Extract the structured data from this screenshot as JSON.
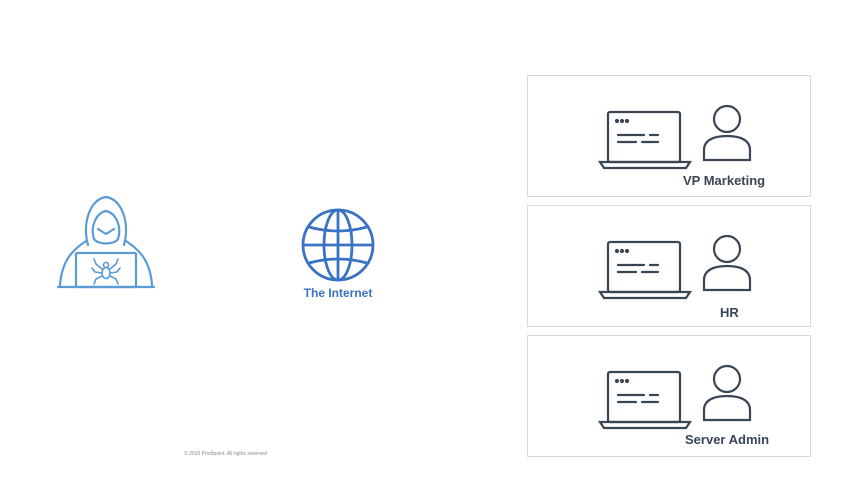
{
  "internet": {
    "label": "The Internet"
  },
  "footer": {
    "copyright": "© 2019 Proofpoint. All rights reserved"
  },
  "targets": [
    {
      "label": "VP Marketing"
    },
    {
      "label": "HR"
    },
    {
      "label": "Server Admin"
    }
  ],
  "colors": {
    "hacker_blue": "#5b9bd5",
    "internet_blue": "#3a72c4",
    "device_gray": "#3b4655",
    "box_border": "#d9d9d9"
  },
  "icons": {
    "attacker": "hooded-hacker-icon",
    "network": "globe-icon",
    "device": "laptop-icon",
    "user": "person-icon"
  }
}
